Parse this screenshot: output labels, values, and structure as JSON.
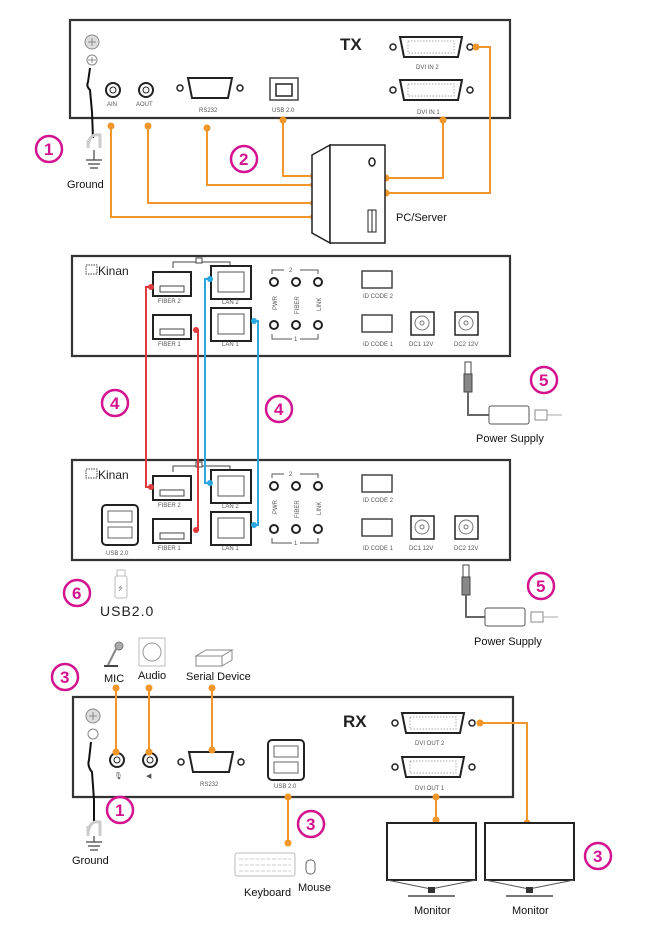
{
  "tx": {
    "title": "TX",
    "ports": {
      "ain": "AIN",
      "aout": "AOUT",
      "rs232": "RS232",
      "usb": "USB 2.0",
      "dvi2": "DVI IN 2",
      "dvi1": "DVI IN 1"
    },
    "ground": "Ground",
    "pc": "PC/Server"
  },
  "extender": {
    "brand": "Kinan",
    "fiber2": "FIBER 2",
    "fiber1": "FIBER 1",
    "lan2": "LAN 2",
    "lan1": "LAN 1",
    "led_top": "2",
    "led_bottom": "1",
    "led_pwr": "PWR",
    "led_fiber": "FIBER",
    "led_link": "LINK",
    "id2": "ID CODE 2",
    "id1": "ID CODE 1",
    "dc1": "DC1 12V",
    "dc2": "DC2 12V",
    "usb": "USB 2.0",
    "power_supply": "Power Supply"
  },
  "usb_stick": "USB2.0",
  "rx": {
    "title": "RX",
    "ports": {
      "rs232": "RS232",
      "usb": "USB 2.0",
      "dvi2": "DVI OUT 2",
      "dvi1": "DVI OUT 1"
    },
    "ground": "Ground",
    "mic": "MIC",
    "audio": "Audio",
    "serial": "Serial Device",
    "keyboard": "Keyboard",
    "mouse": "Mouse",
    "monitor1": "Monitor",
    "monitor2": "Monitor"
  },
  "steps": {
    "s1": "1",
    "s2": "2",
    "s3": "3",
    "s4": "4",
    "s5": "5",
    "s6": "6"
  },
  "colors": {
    "cable_av": "#f0962a",
    "fiber": "#e03a3e",
    "lan": "#2aa6e0",
    "step_marker": "#d4148f"
  }
}
